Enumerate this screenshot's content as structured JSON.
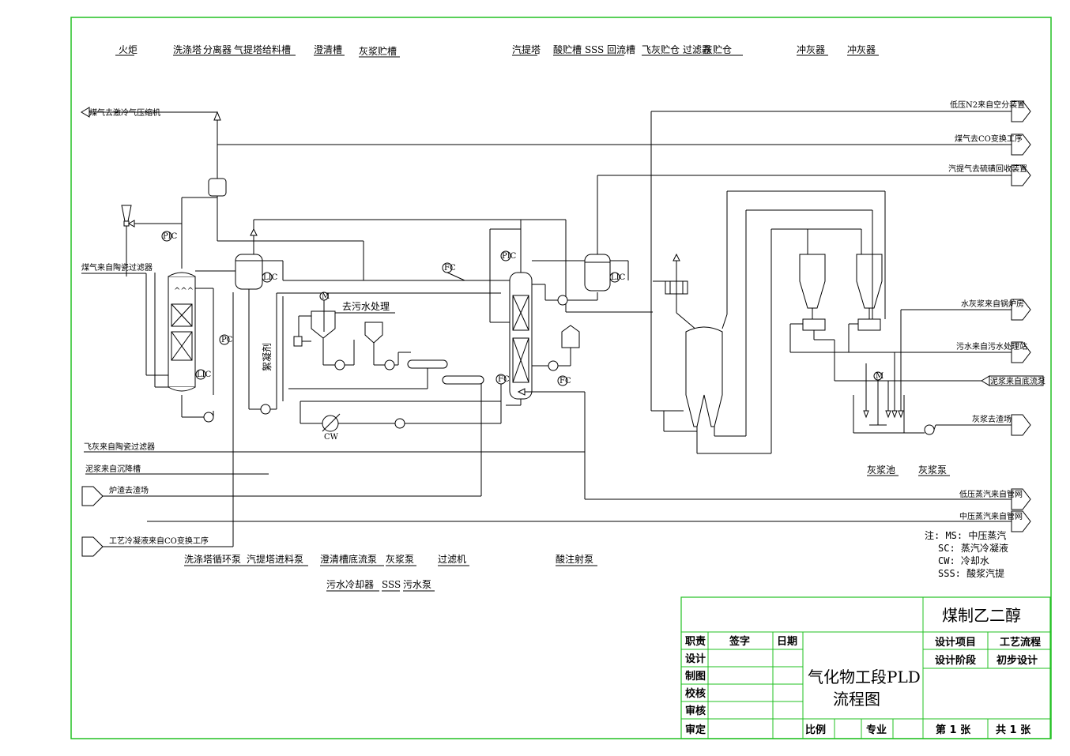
{
  "top_labels": [
    "火炬",
    "洗涤塔",
    "分离器",
    "气提塔给料槽",
    "澄清槽",
    "灰浆贮槽",
    "汽提塔",
    "酸贮槽",
    "SSS 回流槽",
    "飞灰贮仓",
    "过滤器",
    "灰贮仓",
    "冲灰器",
    "冲灰器"
  ],
  "bottom_labels": [
    "洗涤塔循环泵",
    "汽提塔进料泵",
    "澄清槽底流泵",
    "灰浆泵",
    "过滤机",
    "酸注射泵",
    "污水冷却器",
    "SSS",
    "污水泵"
  ],
  "mid_labels": [
    "灰浆池",
    "灰浆泵"
  ],
  "left_streams": [
    "煤气去激冷气压缩机",
    "煤气来自陶瓷过滤器",
    "飞灰来自陶瓷过滤器",
    "泥浆来自沉降槽",
    "炉渣去渣场",
    "工艺冷凝液来自CO变换工序"
  ],
  "right_streams": [
    "低压N2来自空分装置",
    "煤气去CO变换工序",
    "汽提气去硫磺回收装置",
    "水灰浆来自锅炉房",
    "污水来自污水处理站",
    "泥浆来自底流泵",
    "灰浆去渣场",
    "低压蒸汽来自管网",
    "中压蒸汽来自管网"
  ],
  "inline_labels": {
    "wastewater": "去污水处理",
    "flocculant": "絮凝剂",
    "cw": "CW",
    "motor": "M"
  },
  "instruments": {
    "pic": "PIC",
    "lic": "LIC",
    "fc": "FC"
  },
  "notes": [
    "注: MS: 中压蒸汽",
    "SC: 蒸汽冷凝液",
    "CW: 冷却水",
    "SSS: 酸浆汽提"
  ],
  "title_block": {
    "project": "煤制乙二醇",
    "roles": [
      "职责",
      "设计",
      "制图",
      "校核",
      "审核",
      "审定"
    ],
    "sign": "签字",
    "date": "日期",
    "drawing_title_1": "气化物工段PLD",
    "drawing_title_2": "流程图",
    "design_item_label": "设计项目",
    "design_item_value": "工艺流程",
    "design_stage_label": "设计阶段",
    "design_stage_value": "初步设计",
    "scale": "比例",
    "discipline": "专业",
    "sheet_no": "第 1 张",
    "sheet_total": "共 1 张"
  },
  "colors": {
    "frame": "#22c022",
    "line": "#000000"
  }
}
